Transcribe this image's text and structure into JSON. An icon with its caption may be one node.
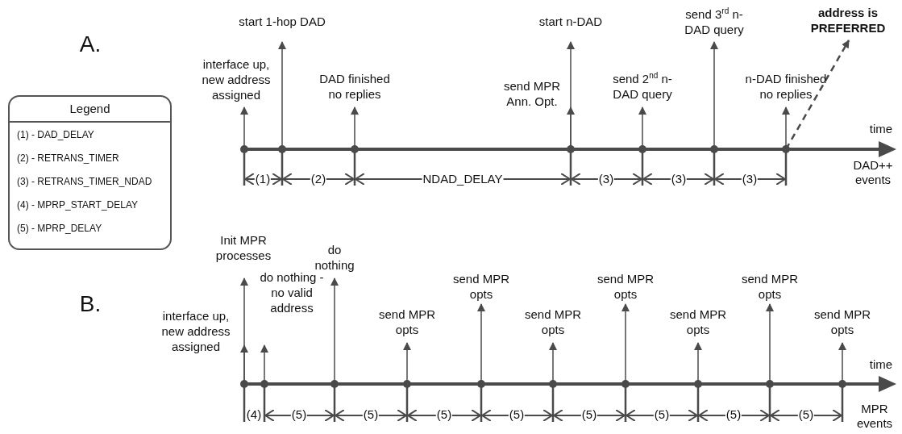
{
  "diagram": {
    "nodes": [
      {
        "text": [
          "Legend",
          "(1) - DAD_DELAY",
          "(2) - RETRANS_TIMER",
          "(3) - RETRANS_TIMER_NDAD",
          "(4) - MPRP_START_DELAY",
          "(5) - MPRP_DELAY"
        ]
      },
      {
        "text": [
          "interface up, new address assigned"
        ]
      },
      {
        "text": [
          "start 1-hop DAD"
        ]
      },
      {
        "text": [
          "DAD finished no replies"
        ]
      },
      {
        "text": [
          "start n-DAD"
        ]
      },
      {
        "text": [
          "send MPR Ann. Opt."
        ]
      },
      {
        "text": [
          "send 2$^{nd}$ n-DAD query"
        ]
      },
      {
        "text": [
          "send 3$^{rd}$ n-DAD query"
        ]
      },
      {
        "text": [
          "n-DAD finished no replies"
        ]
      },
      {
        "text": [
          "address is PREFERRED"
        ]
      },
      {
        "text": [
          "interface up, new address assigned"
        ]
      },
      {
        "text": [
          "Init MPR processes"
        ]
      },
      {
        "text": [
          "do nothing - no valid address"
        ]
      },
      {
        "text": [
          "do nothing"
        ]
      },
      {
        "text": [
          "send MPR opts"
        ]
      },
      {
        "text": [
          "send MPR opts"
        ]
      },
      {
        "text": [
          "send MPR opts"
        ]
      },
      {
        "text": [
          "send MPR opts"
        ]
      },
      {
        "text": [
          "send MPR opts"
        ]
      },
      {
        "text": [
          "send MPR opts"
        ]
      },
      {
        "text": [
          "send MPR opts"
        ]
      }
    ],
    "edges": [
      {
        "from": null,
        "to": 1,
        "arrow": "to"
      },
      {
        "from": null,
        "to": 2,
        "arrow": "to"
      },
      {
        "from": null,
        "to": 3,
        "arrow": "to"
      },
      {
        "from": null,
        "to": 4,
        "arrow": "to"
      },
      {
        "from": null,
        "to": 5,
        "arrow": "to"
      },
      {
        "from": null,
        "to": 6,
        "arrow": "to"
      },
      {
        "from": null,
        "to": 7,
        "arrow": "to"
      },
      {
        "from": null,
        "to": 8,
        "arrow": "to"
      },
      {
        "from": null,
        "to": 9,
        "arrow": "to",
        "style": "dashed"
      },
      {
        "from": null,
        "to": 10,
        "arrow": "to"
      },
      {
        "from": null,
        "to": 11,
        "arrow": "to"
      },
      {
        "from": null,
        "to": 12,
        "arrow": "to"
      },
      {
        "from": null,
        "to": 13,
        "arrow": "to"
      },
      {
        "from": null,
        "to": 14,
        "arrow": "to"
      },
      {
        "from": null,
        "to": 15,
        "arrow": "to"
      },
      {
        "from": null,
        "to": 16,
        "arrow": "to"
      },
      {
        "from": null,
        "to": 17,
        "arrow": "to"
      },
      {
        "from": null,
        "to": 18,
        "arrow": "to"
      },
      {
        "from": null,
        "to": 19,
        "arrow": "to"
      },
      {
        "from": null,
        "to": 20,
        "arrow": "to"
      }
    ],
    "labels": [
      "A.",
      "time",
      "(1)",
      "(2)",
      "NDAD_DELAY",
      "(3)",
      "(3)",
      "(3)",
      "DAD++ events",
      "B.",
      "time",
      "(4)",
      "(5)",
      "(5)",
      "(5)",
      "(5)",
      "(5)",
      "(5)",
      "(5)",
      "(5)",
      "MPR events"
    ]
  }
}
